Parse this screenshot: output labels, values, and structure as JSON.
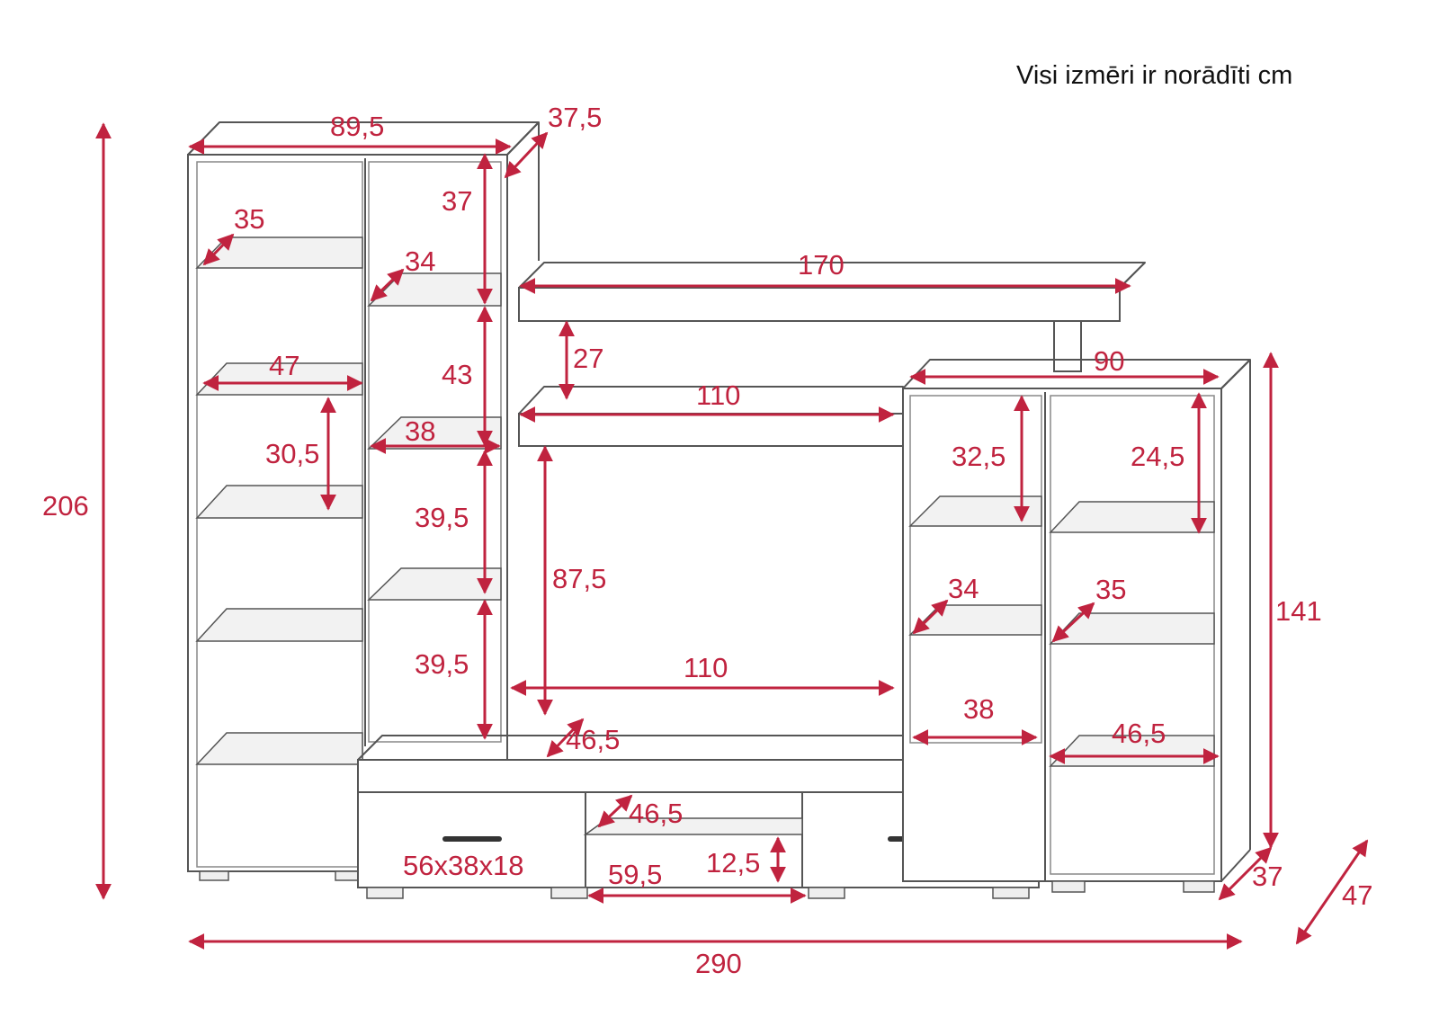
{
  "note": "Visi izmēri ir norādīti cm",
  "colors": {
    "dimension": "#c0233f",
    "outline": "#555555",
    "text": "#111111"
  },
  "dimensions": {
    "left_tower_width": "89,5",
    "left_tower_depth": "37,5",
    "left_shelf_depth": "35",
    "left_shelf_width": "47",
    "left_shelf_gap": "30,5",
    "mid_tower_top": "37",
    "mid_shelf_depth": "34",
    "mid_gap_1": "43",
    "mid_shelf_width": "38",
    "mid_gap_2": "39,5",
    "mid_gap_3": "39,5",
    "total_height": "206",
    "top_board": "170",
    "top_gap": "27",
    "middle_shelf": "110",
    "tv_opening_height": "87,5",
    "tv_opening_width": "110",
    "base_depth": "46,5",
    "niche_depth": "46,5",
    "drawer_size": "56x38x18",
    "niche_width": "59,5",
    "niche_height": "12,5",
    "right_width": "90",
    "right_gap_1": "32,5",
    "right_gap_2": "24,5",
    "right_shelf_depth_1": "34",
    "right_shelf_depth_2": "35",
    "right_shelf_width_1": "38",
    "right_shelf_width_2": "46,5",
    "right_height": "141",
    "right_depth": "37",
    "overall_depth": "47",
    "total_width": "290"
  }
}
